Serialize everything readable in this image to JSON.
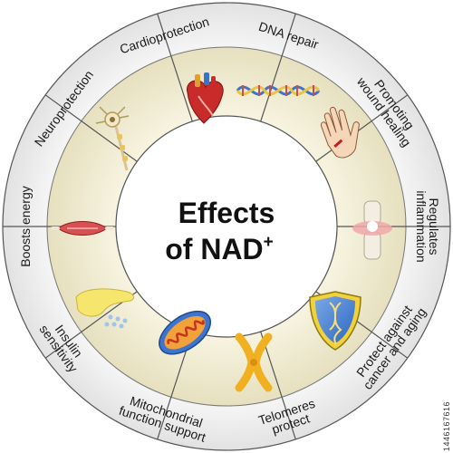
{
  "title": {
    "line1": "Effects",
    "line2": "of NAD",
    "superscript": "+"
  },
  "segments": [
    {
      "id": "cardioprotection",
      "lines": [
        "Cardioprotection"
      ],
      "icon": "heart-icon"
    },
    {
      "id": "dna-repair",
      "lines": [
        "DNA repair"
      ],
      "icon": "dna-icon"
    },
    {
      "id": "wound-healing",
      "lines": [
        "Promoting",
        "wound healing"
      ],
      "icon": "wounded-hand-icon"
    },
    {
      "id": "inflammation",
      "lines": [
        "Regulates",
        "inflammation"
      ],
      "icon": "knee-joint-icon"
    },
    {
      "id": "cancer-aging",
      "lines": [
        "Protect against",
        "cancer and aging"
      ],
      "icon": "dna-shield-icon"
    },
    {
      "id": "telomeres",
      "lines": [
        "Telomeres",
        "protect"
      ],
      "icon": "chromosome-icon"
    },
    {
      "id": "mitochondria",
      "lines": [
        "Mitochondrial",
        "function support"
      ],
      "icon": "mitochondrion-icon"
    },
    {
      "id": "insulin",
      "lines": [
        "Insulin",
        "sensitivity"
      ],
      "icon": "pancreas-icon"
    },
    {
      "id": "energy",
      "lines": [
        "Boosts energy"
      ],
      "icon": "muscle-icon"
    },
    {
      "id": "neuroprotection",
      "lines": [
        "Neuroprotection"
      ],
      "icon": "neuron-icon"
    }
  ],
  "stock_id": "1446167616",
  "colors": {
    "outer_ring": "#f4f4f4",
    "inner_ring": "#f0ecd4",
    "divider": "#555555"
  }
}
